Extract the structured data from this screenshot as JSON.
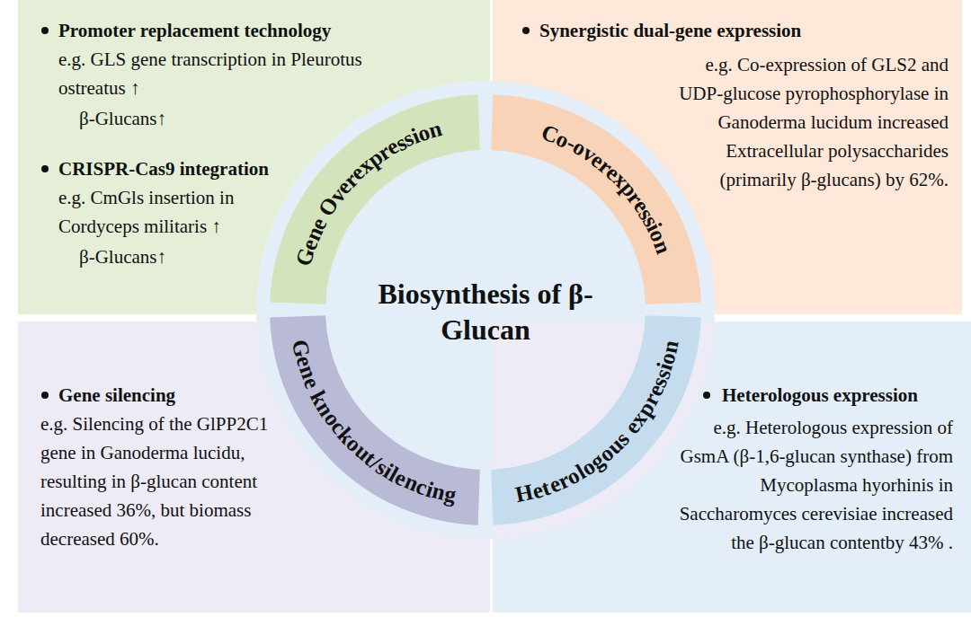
{
  "diagram": {
    "title": "Biosynthesis of β-Glucan",
    "nodes": [
      {
        "text": [
          "Promoter replacement technology",
          "e.g. GLS gene transcription in Pleurotus ostreatus ↑",
          "β-Glucans↑",
          "CRISPR-Cas9 integration",
          "e.g. CmGls insertion in Cordyceps militaris ↑",
          "β-Glucans↑"
        ]
      },
      {
        "text": [
          "Synergistic dual-gene expression",
          "e.g. Co-expression of GLS2 and UDP-glucose pyrophosphorylase in Ganoderma lucidum increased Extracellular polysaccharides (primarily β-glucans) by 62%."
        ]
      },
      {
        "text": [
          "Gene silencing",
          "e.g. Silencing of the GlPP2C1 gene in Ganoderma lucidu, resulting in β-glucan content increased 36%, but biomass decreased 60%."
        ]
      },
      {
        "text": [
          "Heterologous expression",
          "e.g. Heterologous expression of GsmA (β-1,6-glucan synthase) from Mycoplasma hyorhinis in Saccharomyces cerevisiae increased the β-glucan contentby 43% ."
        ]
      },
      {
        "text": [
          "Gene Overexpression"
        ]
      },
      {
        "text": [
          "Co-overexpression"
        ]
      },
      {
        "text": [
          "Gene knockout/silencing"
        ]
      },
      {
        "text": [
          "Heterologous expression"
        ]
      }
    ]
  }
}
